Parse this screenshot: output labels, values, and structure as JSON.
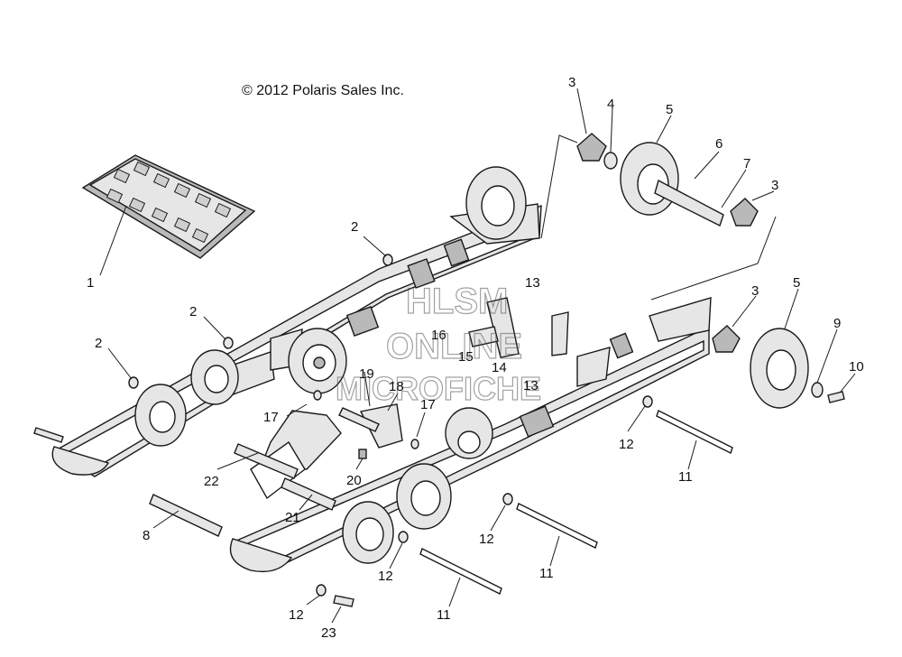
{
  "copyright": "© 2012 Polaris Sales Inc.",
  "watermark": {
    "line1": "HLSM",
    "line2": "ONLINE",
    "line3": "MICROFICHE"
  },
  "callouts": {
    "c1": "1",
    "c2a": "2",
    "c2b": "2",
    "c2c": "2",
    "c3a": "3",
    "c3b": "3",
    "c3c": "3",
    "c4": "4",
    "c5a": "5",
    "c5b": "5",
    "c6": "6",
    "c7": "7",
    "c8": "8",
    "c9": "9",
    "c10": "10",
    "c11a": "11",
    "c11b": "11",
    "c11c": "11",
    "c12a": "12",
    "c12b": "12",
    "c12c": "12",
    "c12d": "12",
    "c13a": "13",
    "c13b": "13",
    "c14": "14",
    "c15": "15",
    "c16": "16",
    "c17a": "17",
    "c17b": "17",
    "c18": "18",
    "c19": "19",
    "c20": "20",
    "c21": "21",
    "c22": "22",
    "c23": "23"
  },
  "colors": {
    "line": "#1a1a1a",
    "fill": "#e6e6e6",
    "shade": "#b9b9b9"
  }
}
